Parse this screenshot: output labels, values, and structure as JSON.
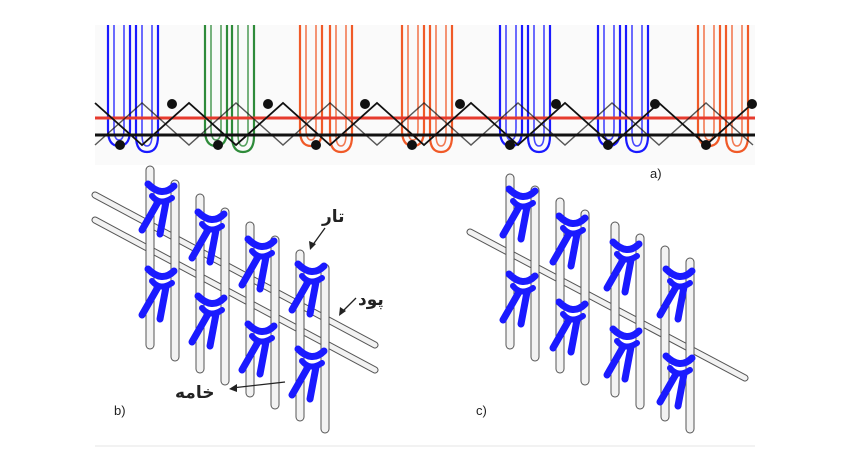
{
  "panels": {
    "a": {
      "label": "a)"
    },
    "b": {
      "label": "b)"
    },
    "c": {
      "label": "c)"
    }
  },
  "annotations": {
    "warp": "تار",
    "weft": "پود",
    "pile": "خامه"
  },
  "colors": {
    "pile_blue": "#1a1aff",
    "green": "#2e8b3a",
    "orange": "#f05a28",
    "red": "#e63b2e",
    "black": "#111111",
    "rod_fill": "#f2f2f2",
    "rod_stroke": "#555555"
  }
}
